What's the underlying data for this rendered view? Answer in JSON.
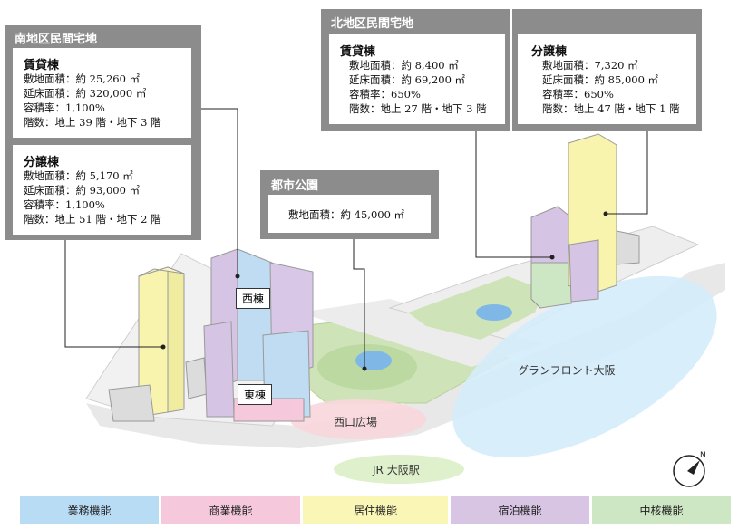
{
  "south": {
    "title": "南地区民間宅地",
    "rental": {
      "title": "賃貸棟",
      "lines": [
        "敷地面積：約 25,260 ㎡",
        "延床面積：約 320,000 ㎡",
        "容積率：1,100%",
        "階数：地上 39 階・地下 3 階"
      ]
    },
    "condo": {
      "title": "分譲棟",
      "lines": [
        "敷地面積：約 5,170 ㎡",
        "延床面積：約 93,000 ㎡",
        "容積率：1,100%",
        "階数：地上 51 階・地下 2 階"
      ]
    }
  },
  "north": {
    "title": "北地区民間宅地",
    "rental": {
      "title": "賃貸棟",
      "lines": [
        "敷地面積：約 8,400 ㎡",
        "延床面積：約 69,200 ㎡",
        "容積率：650%",
        "階数：地上 27 階・地下 3 階"
      ]
    },
    "condo": {
      "title": "分譲棟",
      "lines": [
        "敷地面積：7,320 ㎡",
        "延床面積：約 85,000 ㎡",
        "容積率：650%",
        "階数：地上 47 階・地下 1 階"
      ]
    }
  },
  "park": {
    "title": "都市公園",
    "line": "敷地面積：約 45,000 ㎡"
  },
  "labels": {
    "west_tower": "西棟",
    "east_tower": "東棟",
    "west_plaza": "西口広場",
    "grand_front": "グランフロント大阪",
    "jr_station": "JR 大阪駅",
    "north_mark": "N"
  },
  "legend": [
    {
      "label": "業務機能",
      "color": "#b8dcf4"
    },
    {
      "label": "商業機能",
      "color": "#f6c8dc"
    },
    {
      "label": "居住機能",
      "color": "#f9f6b6"
    },
    {
      "label": "宿泊機能",
      "color": "#d8c5e4"
    },
    {
      "label": "中核機能",
      "color": "#cde7c4"
    }
  ]
}
